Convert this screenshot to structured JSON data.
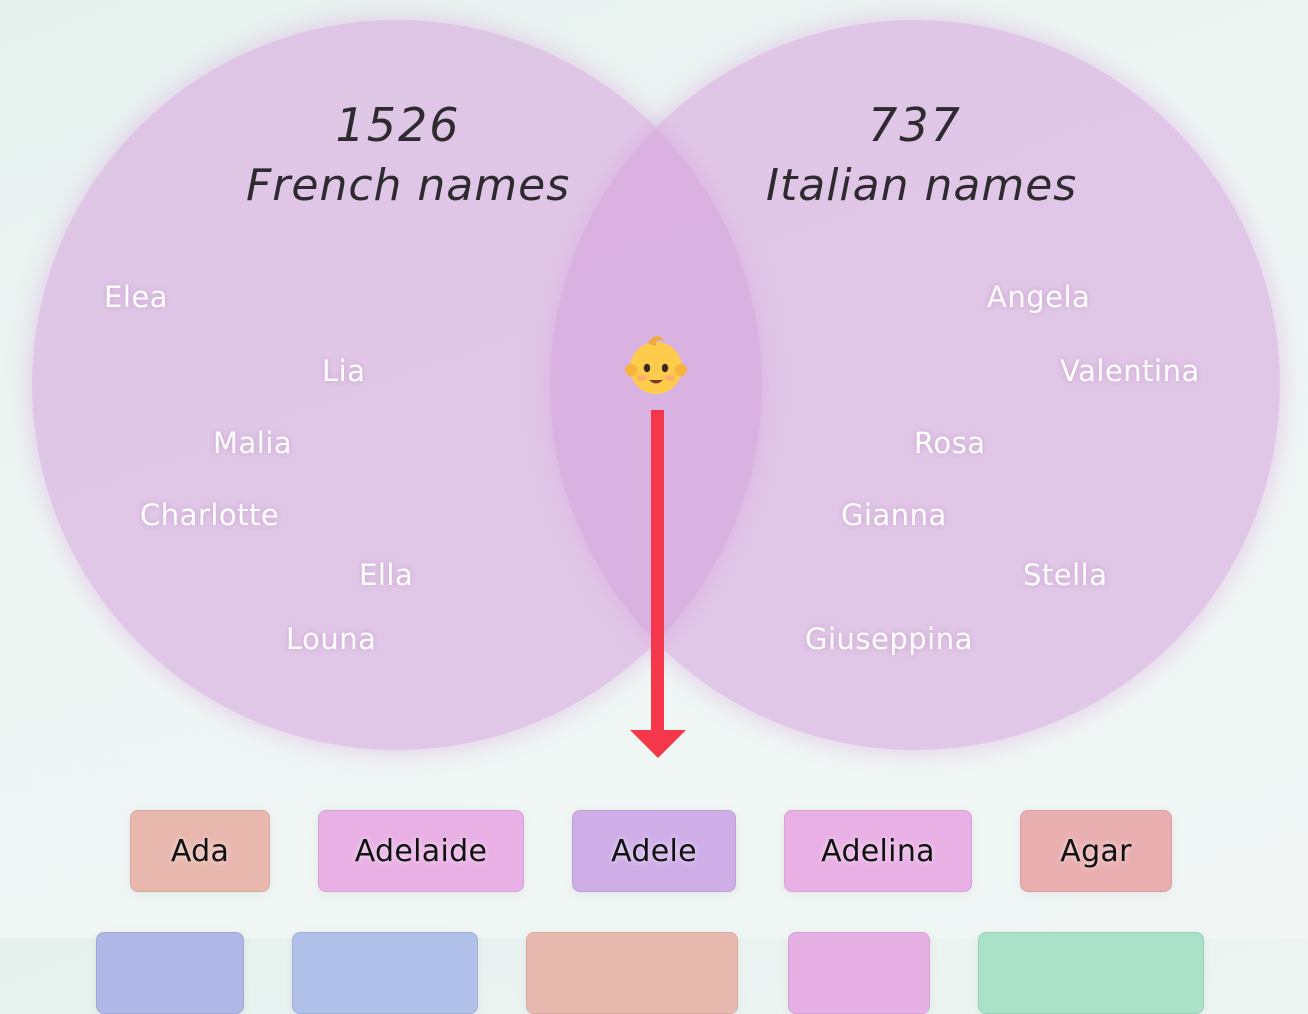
{
  "venn": {
    "left": {
      "count": "1526",
      "label": "French names",
      "names": [
        "Elea",
        "Lia",
        "Malia",
        "Charlotte",
        "Ella",
        "Louna"
      ]
    },
    "right": {
      "count": "737",
      "label": "Italian names",
      "names": [
        "Angela",
        "Valentina",
        "Rosa",
        "Gianna",
        "Stella",
        "Giuseppina"
      ]
    },
    "center_icon": "baby-face-icon",
    "arrow_color": "#f4374a",
    "circle_color": "#d6a0dc"
  },
  "results": {
    "row1": [
      {
        "name": "Ada",
        "color": "#e8b7ae"
      },
      {
        "name": "Adelaide",
        "color": "#e9b0e5"
      },
      {
        "name": "Adele",
        "color": "#cfaee8"
      },
      {
        "name": "Adelina",
        "color": "#e9b0e5"
      },
      {
        "name": "Agar",
        "color": "#e9afb0"
      }
    ],
    "row2_colors": [
      "#b0b8e8",
      "#b0c0e8",
      "#e8b9ae",
      "#e6b0e5",
      "#a9e2c8"
    ]
  }
}
